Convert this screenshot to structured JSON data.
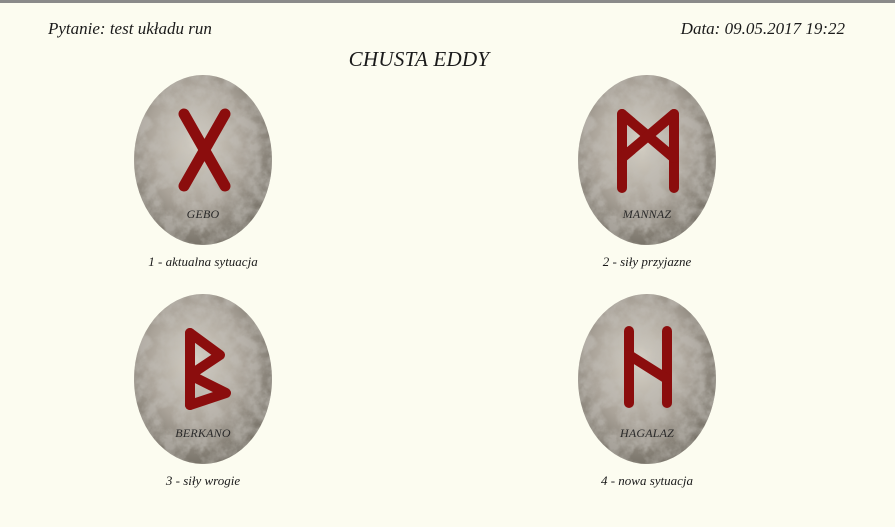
{
  "header": {
    "question": "Pytanie: test układu run",
    "date": "Data: 09.05.2017  19:22"
  },
  "spread": {
    "title": "CHUSTA EDDY"
  },
  "cards": [
    {
      "rune_name": "GEBO",
      "position_label": "1 - aktualna sytuacja",
      "rune_icon": "gebo-rune-icon"
    },
    {
      "rune_name": "MANNAZ",
      "position_label": "2 - siły przyjazne",
      "rune_icon": "mannaz-rune-icon"
    },
    {
      "rune_name": "BERKANO",
      "position_label": "3 - siły wrogie",
      "rune_icon": "berkano-rune-icon"
    },
    {
      "rune_name": "HAGALAZ",
      "position_label": "4 - nowa sytuacja",
      "rune_icon": "hagalaz-rune-icon"
    }
  ],
  "colors": {
    "background": "#fcfcf0",
    "rune": "#8b0d0d",
    "stone": "#a8a39a"
  }
}
